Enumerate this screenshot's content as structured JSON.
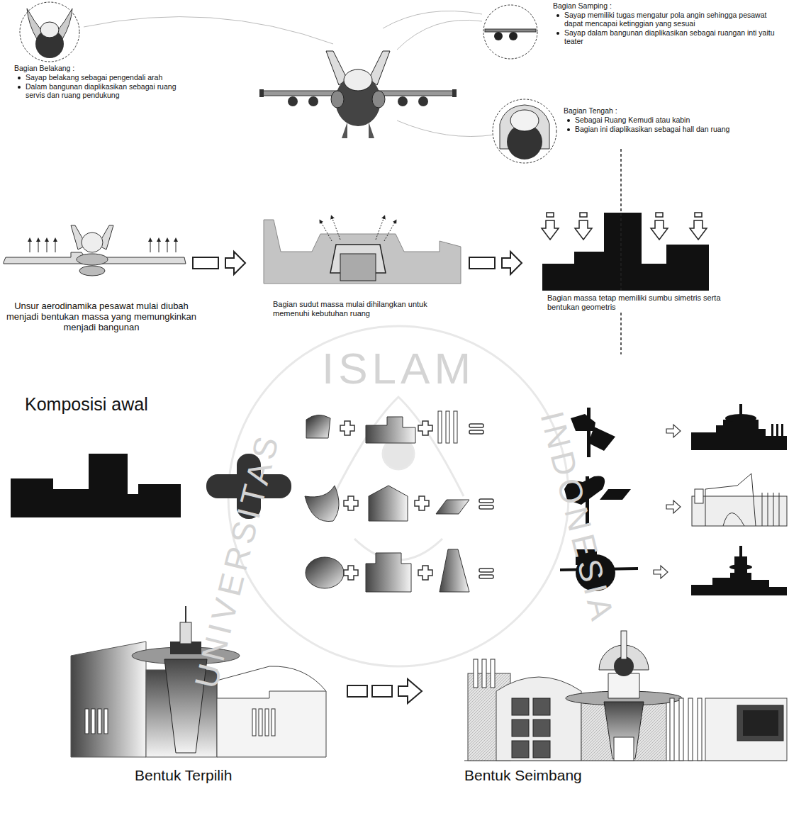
{
  "diagram": {
    "labels": [
      "Bagian Belakang :",
      "Sayap belakang sebagai pengendali arah",
      "Dalam bangunan diaplikasikan sebagai ruang servis dan ruang pendukung",
      "Bagian Samping :",
      "Sayap memiliki tugas mengatur pola angin sehingga pesawat dapat mencapai ketinggian yang sesuai",
      "Sayap dalam bangunan diaplikasikan sebagai ruangan inti yaitu teater",
      "Bagian Tengah :",
      "Sebagai Ruang Kemudi atau kabin",
      "Bagian ini diaplikasikan sebagai hall dan ruang",
      "Unsur aerodinamika pesawat mulai diubah menjadi bentukan massa yang memungkinkan menjadi bangunan",
      "Bagian sudut massa mulai dihilangkan untuk memenuhi kebutuhan ruang",
      "Bagian massa tetap memiliki sumbu simetris serta bentukan geometris",
      "Komposisi awal",
      "Bentuk Terpilih",
      "Bentuk Seimbang",
      "ISLAM",
      "UNIVERSITAS",
      "INDONESIA"
    ]
  }
}
